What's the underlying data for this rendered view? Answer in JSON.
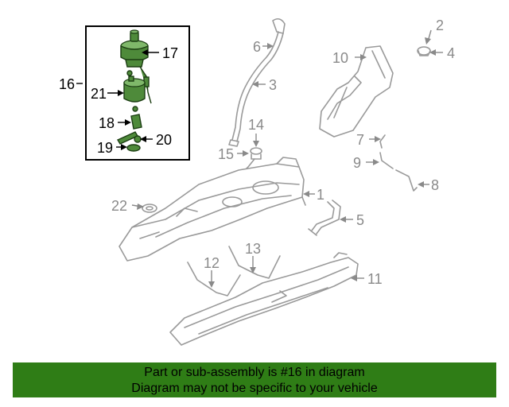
{
  "callouts": {
    "c1": "1",
    "c2": "2",
    "c3": "3",
    "c4": "4",
    "c5": "5",
    "c6": "6",
    "c7": "7",
    "c8": "8",
    "c9": "9",
    "c10": "10",
    "c11": "11",
    "c12": "12",
    "c13": "13",
    "c14": "14",
    "c15": "15",
    "c16": "16",
    "c17": "17",
    "c18": "18",
    "c19": "19",
    "c20": "20",
    "c21": "21",
    "c22": "22"
  },
  "highlight_color": "#4e8a3a",
  "footer": {
    "line1": "Part or sub-assembly is #16 in diagram",
    "line2": "Diagram may not be specific to your vehicle",
    "background": "#2f7d16"
  }
}
